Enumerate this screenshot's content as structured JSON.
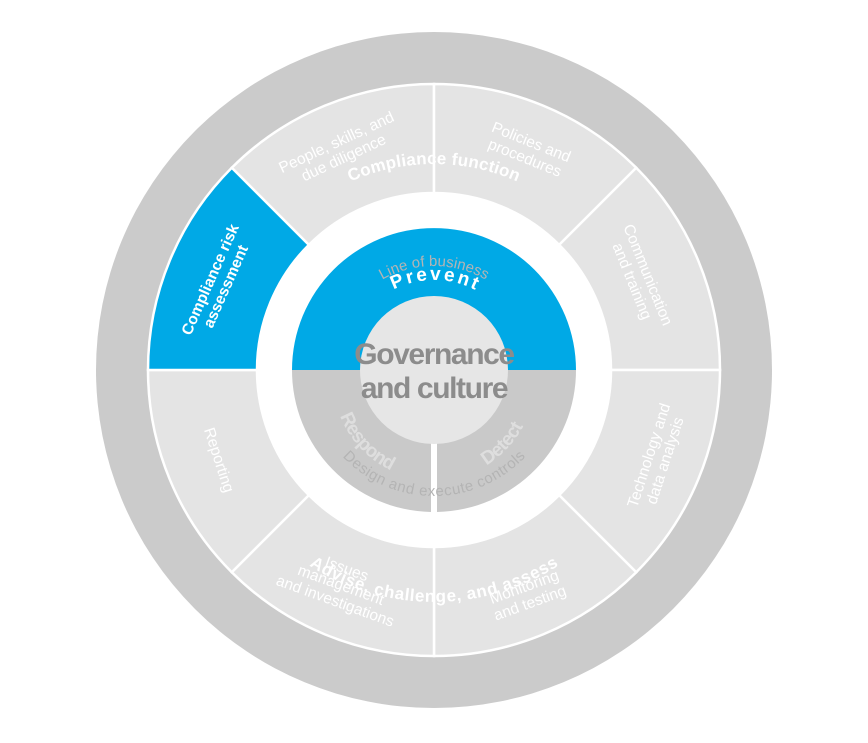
{
  "outer_ring": {
    "top_label": "Compliance function",
    "bottom_label": "Advise, challenge, and assess"
  },
  "segments": [
    {
      "id": "people",
      "lines": [
        "People, skills, and",
        "due diligence"
      ],
      "active": false
    },
    {
      "id": "policies",
      "lines": [
        "Policies and",
        "procedures"
      ],
      "active": false
    },
    {
      "id": "communication",
      "lines": [
        "Communication",
        "and training"
      ],
      "active": false
    },
    {
      "id": "technology",
      "lines": [
        "Technology and",
        "data analysis"
      ],
      "active": false
    },
    {
      "id": "monitoring",
      "lines": [
        "Monitoring",
        "and testing"
      ],
      "active": false
    },
    {
      "id": "issues",
      "lines": [
        "Issues",
        "management",
        "and investigations"
      ],
      "active": false
    },
    {
      "id": "reporting",
      "lines": [
        "Reporting"
      ],
      "active": false
    },
    {
      "id": "risk-assessment",
      "lines": [
        "Compliance risk",
        "assessment"
      ],
      "active": true
    }
  ],
  "inner_ring": {
    "top_label": "Line of business",
    "bottom_label": "Design and execute controls"
  },
  "phases": {
    "prevent": "Prevent",
    "respond": "Respond",
    "detect": "Detect"
  },
  "center": {
    "line1": "Governance",
    "line2": "and culture"
  },
  "colors": {
    "accent": "#00a9e6",
    "outer_ring": "#cbcbcb",
    "segment": "#e4e4e4",
    "segment_divider": "#ffffff",
    "inner_gray": "#c9c9c9",
    "center_circle": "#e6e6e6",
    "center_text": "#8c8c8c",
    "muted_text": "#b4b4b4"
  }
}
